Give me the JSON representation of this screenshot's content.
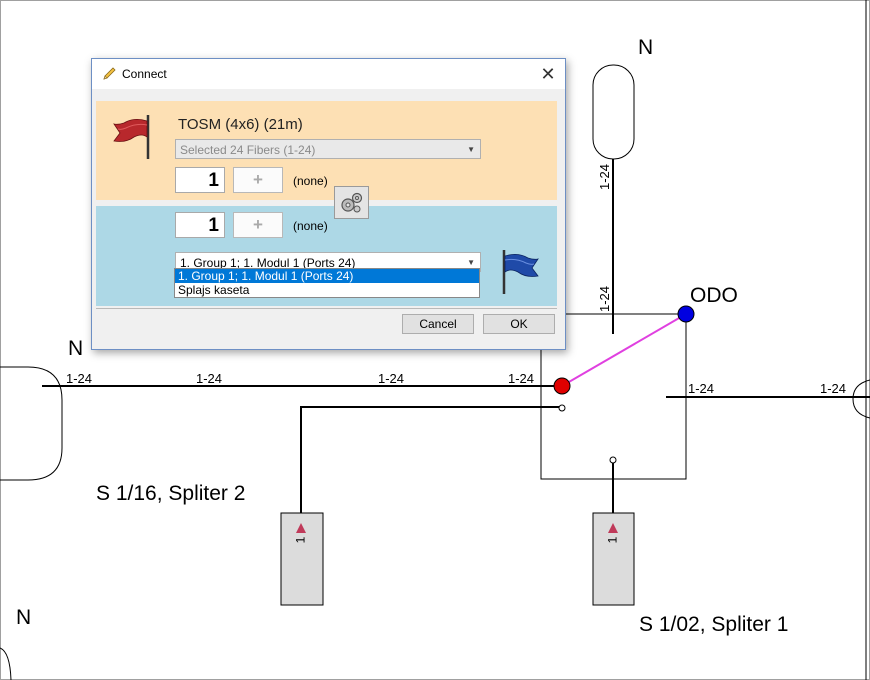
{
  "diagram": {
    "north_labels": [
      "N",
      "N",
      "N"
    ],
    "odo_label": "ODO",
    "splitter_left_label": "S 1/16, Spliter 2",
    "splitter_right_label": "S 1/02, Spliter 1",
    "fiber_labels": [
      "1-24",
      "1-24",
      "1-24",
      "1-24",
      "1-24",
      "1-24",
      "1-24",
      "1-24"
    ],
    "splitter_port_labels": [
      "1",
      "1"
    ],
    "colors": {
      "line": "#000000",
      "connection": "#e040e0",
      "red_node": "#e00000",
      "blue_node": "#0000e0",
      "splitter_fill": "#dcdcdc",
      "port_marker": "#c03a5a"
    }
  },
  "dialog": {
    "title": "Connect",
    "title_icon": "pencil-icon",
    "close_icon": "close-icon",
    "source": {
      "cable_title": "TOSM (4x6) (21m)",
      "fiber_select_value": "Selected 24 Fibers (1-24)",
      "fiber_number": "1",
      "plus_label": "+",
      "fiber_status": "(none)",
      "flag_icon": "red-flag-icon",
      "panel_color": "#fde0b4"
    },
    "destination": {
      "port_number": "1",
      "plus_label": "+",
      "port_status": "(none)",
      "module_select_value": "1. Group 1; 1. Modul 1 (Ports 24)",
      "dropdown_options": [
        "1. Group 1; 1. Modul 1 (Ports 24)",
        "Splajs kaseta"
      ],
      "selected_option_index": 0,
      "flag_icon": "blue-flag-icon",
      "panel_color": "#add8e6"
    },
    "gear_icon": "gears-icon",
    "cancel_label": "Cancel",
    "ok_label": "OK"
  }
}
